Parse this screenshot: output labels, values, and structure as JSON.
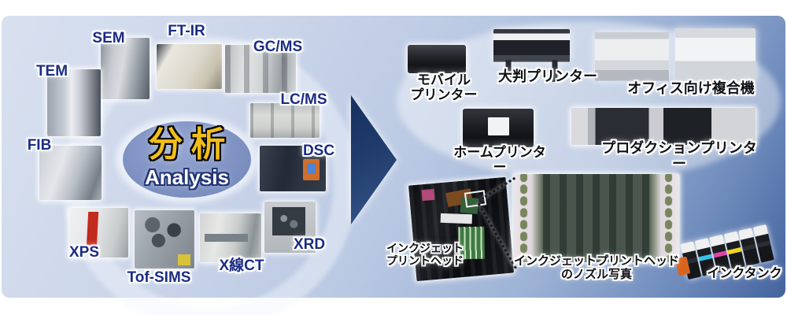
{
  "center": {
    "title": "分析",
    "subtitle": "Analysis"
  },
  "instruments": [
    {
      "id": "sem",
      "label": "SEM"
    },
    {
      "id": "ft-ir",
      "label": "FT-IR"
    },
    {
      "id": "gc-ms",
      "label": "GC/MS"
    },
    {
      "id": "tem",
      "label": "TEM"
    },
    {
      "id": "lc-ms",
      "label": "LC/MS"
    },
    {
      "id": "fib",
      "label": "FIB"
    },
    {
      "id": "dsc",
      "label": "DSC"
    },
    {
      "id": "xps",
      "label": "XPS"
    },
    {
      "id": "tof-sims",
      "label": "Tof-SIMS"
    },
    {
      "id": "x-ray-ct",
      "label": "X線CT"
    },
    {
      "id": "xrd",
      "label": "XRD"
    }
  ],
  "products": [
    {
      "id": "mobile-printer",
      "label": "モバイル\nプリンター"
    },
    {
      "id": "large-format-printer",
      "label": "大判プリンター"
    },
    {
      "id": "office-mfp",
      "label": "オフィス向け複合機"
    },
    {
      "id": "home-printer",
      "label": "ホームプリンター"
    },
    {
      "id": "production-printer",
      "label": "プロダクションプリンター"
    }
  ],
  "inkjet": {
    "printhead_label": "インクジェット\nプリントヘッド",
    "nozzle_label": "インクジェットプリントヘッド\nのノズル写真",
    "ink_tank_label": "インクタンク"
  },
  "colors": {
    "panel_gradient_start": "#d9e1f0",
    "panel_gradient_end": "#44639e",
    "center_ellipse": "#8093c3",
    "center_title_yellow": "#f2be19",
    "instrument_label_navy": "#1b2c85",
    "product_label_black": "#0f1014",
    "arrow_navy": "#1e3a6d",
    "ink_cyan": "#35c4ea",
    "ink_magenta": "#e043a8",
    "ink_yellow": "#ecd722",
    "ink_orange": "#d9641e"
  }
}
